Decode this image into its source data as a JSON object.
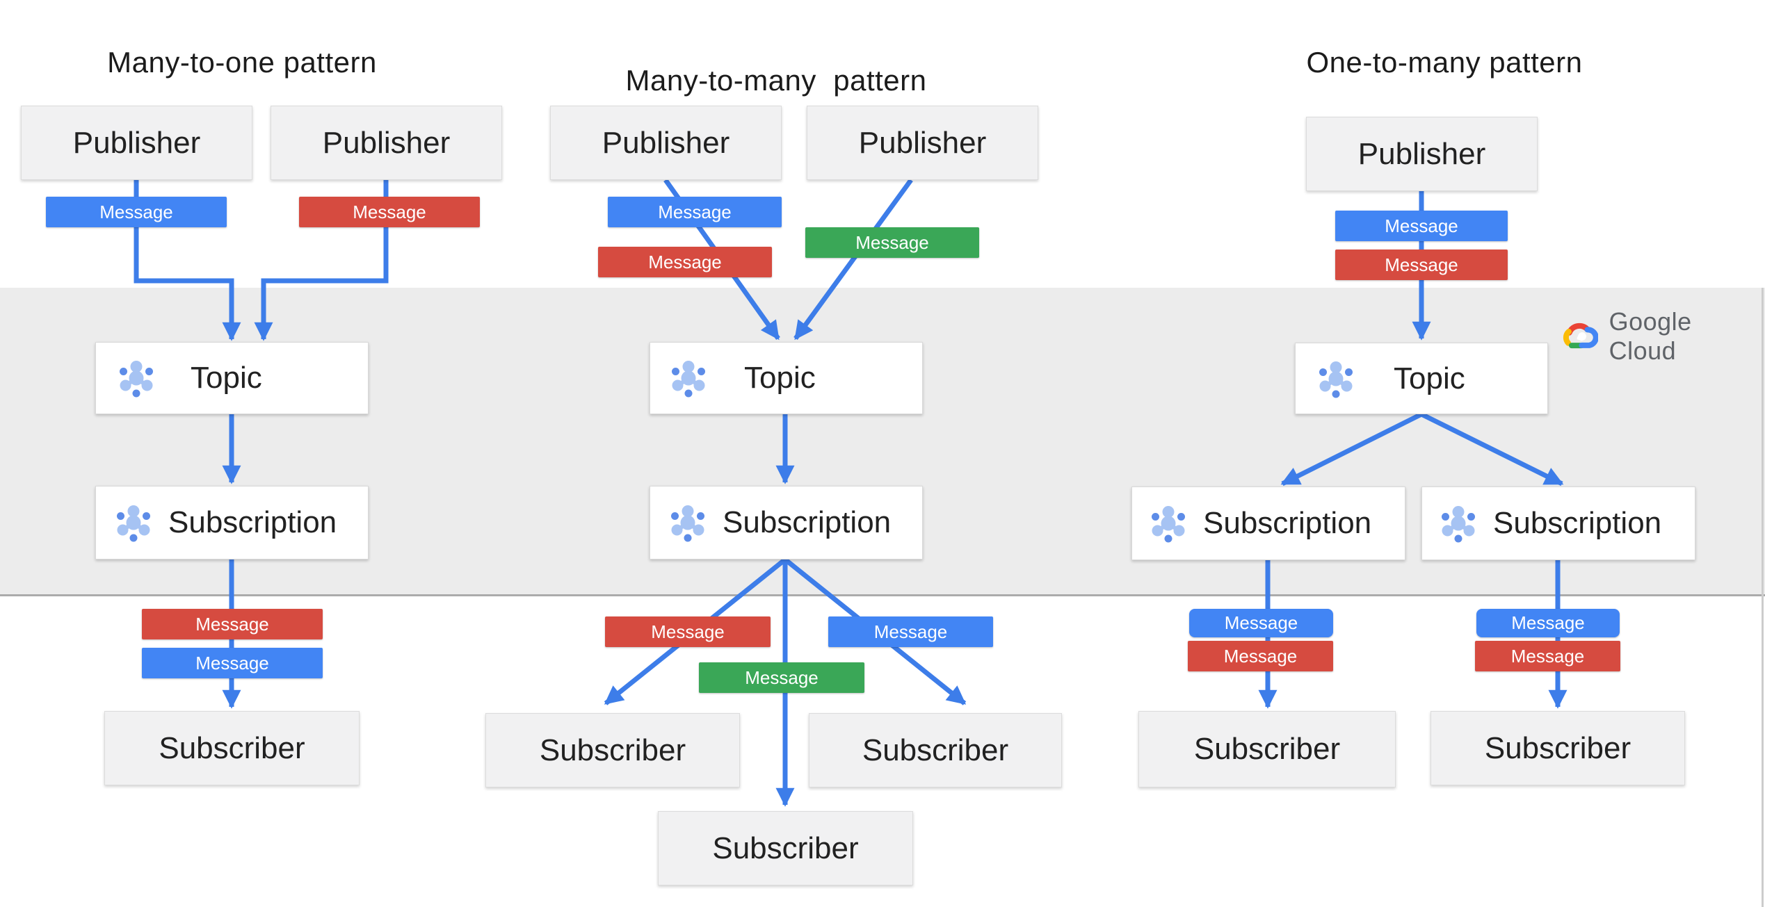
{
  "brand": {
    "name": "Google Cloud"
  },
  "labels": {
    "publisher": "Publisher",
    "topic": "Topic",
    "subscription": "Subscription",
    "subscriber": "Subscriber",
    "message": "Message"
  },
  "columns": [
    {
      "title": "Many-to-one pattern"
    },
    {
      "title": "Many-to-many  pattern"
    },
    {
      "title": "One-to-many pattern"
    }
  ],
  "colors": {
    "message_blue": "#4285f4",
    "message_red": "#d64b40",
    "message_green": "#3aa757",
    "arrow_blue": "#3d7de9",
    "band_gray": "#ececec",
    "icon_light_blue": "#a6c3f3",
    "icon_dark_blue": "#5d8ce8",
    "logo_text_gray": "#5f6368",
    "logo_red": "#ea4335",
    "logo_yellow": "#fbbc05",
    "logo_green": "#34a853",
    "logo_blue": "#4285f4"
  }
}
